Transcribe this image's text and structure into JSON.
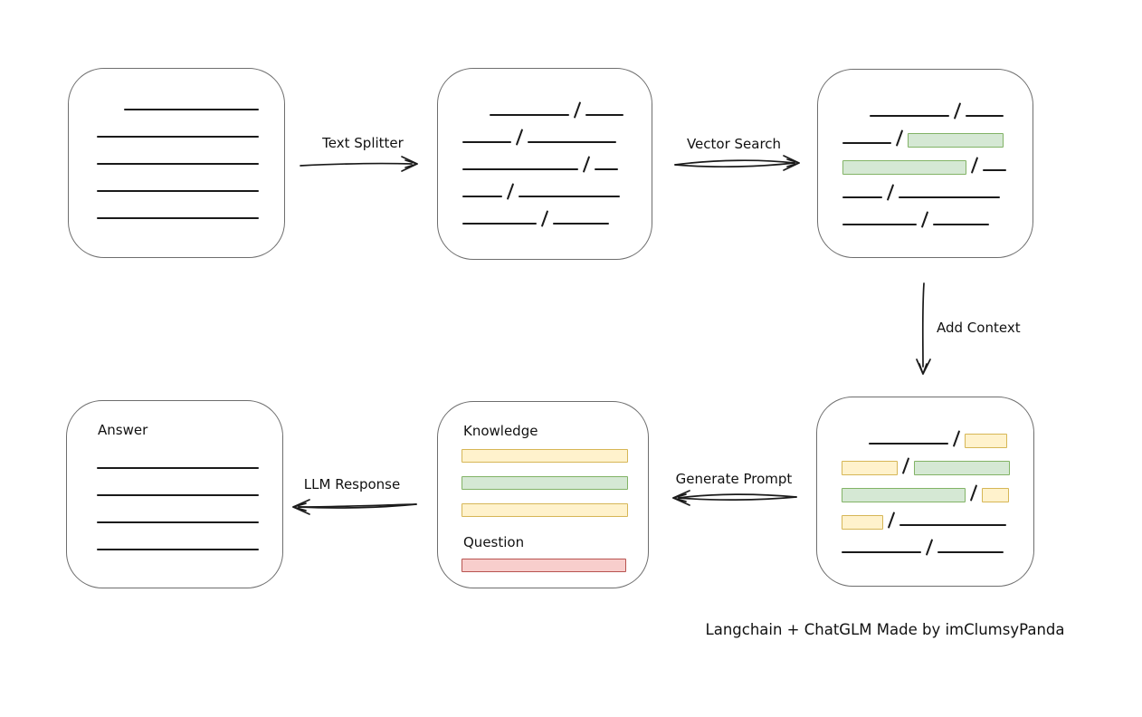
{
  "diagram": {
    "caption": "Langchain + ChatGLM Made by imClumsyPanda",
    "colors": {
      "stroke": "#1a1a1a",
      "box_border": "#6e6e6e",
      "green_fill": "#d5e8d4",
      "green_border": "#82b366",
      "yellow_fill": "#fff2cc",
      "yellow_border": "#d6b656",
      "red_fill": "#f8cecc",
      "red_border": "#b85450"
    },
    "arrows": {
      "text_splitter": {
        "label": "Text Splitter",
        "direction": "right"
      },
      "vector_search": {
        "label": "Vector Search",
        "direction": "right"
      },
      "add_context": {
        "label": "Add Context",
        "direction": "down"
      },
      "generate_prompt": {
        "label": "Generate Prompt",
        "direction": "left"
      },
      "llm_response": {
        "label": "LLM Response",
        "direction": "left"
      }
    },
    "nodes": {
      "document": {
        "rows": [
          [
            [
              "gap",
              30
            ],
            [
              "line",
              149
            ]
          ],
          [
            [
              "line",
              179
            ]
          ],
          [
            [
              "line",
              179
            ]
          ],
          [
            [
              "line",
              179
            ]
          ],
          [
            [
              "line",
              179
            ]
          ]
        ]
      },
      "chunks": {
        "rows": [
          [
            [
              "gap",
              30
            ],
            [
              "line",
              88
            ],
            [
              "slash"
            ],
            [
              "line",
              42
            ]
          ],
          [
            [
              "line",
              54
            ],
            [
              "slash"
            ],
            [
              "line",
              98
            ]
          ],
          [
            [
              "line",
              128
            ],
            [
              "slash"
            ],
            [
              "line",
              26
            ]
          ],
          [
            [
              "line",
              44
            ],
            [
              "slash"
            ],
            [
              "line",
              112
            ]
          ],
          [
            [
              "line",
              82
            ],
            [
              "slash"
            ],
            [
              "line",
              62
            ]
          ]
        ]
      },
      "matched_chunks": {
        "rows": [
          [
            [
              "gap",
              30
            ],
            [
              "line",
              88
            ],
            [
              "slash"
            ],
            [
              "line",
              42
            ]
          ],
          [
            [
              "line",
              54
            ],
            [
              "slash"
            ],
            [
              "green",
              106
            ]
          ],
          [
            [
              "green",
              137
            ],
            [
              "slash"
            ],
            [
              "line",
              26
            ]
          ],
          [
            [
              "line",
              44
            ],
            [
              "slash"
            ],
            [
              "line",
              112
            ]
          ],
          [
            [
              "line",
              82
            ],
            [
              "slash"
            ],
            [
              "line",
              62
            ]
          ]
        ]
      },
      "context_chunks": {
        "rows": [
          [
            [
              "gap",
              30
            ],
            [
              "line",
              88
            ],
            [
              "slash"
            ],
            [
              "yellow",
              47
            ]
          ],
          [
            [
              "yellow",
              62
            ],
            [
              "slash"
            ],
            [
              "green",
              106
            ]
          ],
          [
            [
              "green",
              137
            ],
            [
              "slash"
            ],
            [
              "yellow",
              30
            ]
          ],
          [
            [
              "yellow",
              46
            ],
            [
              "slash"
            ],
            [
              "line",
              118
            ]
          ],
          [
            [
              "line",
              88
            ],
            [
              "slash"
            ],
            [
              "line",
              73
            ]
          ]
        ]
      },
      "prompt": {
        "knowledge_label": "Knowledge",
        "question_label": "Question",
        "knowledge_bars": [
          [
            [
              "yellow",
              184
            ]
          ],
          [
            [
              "green",
              184
            ]
          ],
          [
            [
              "yellow",
              184
            ]
          ]
        ],
        "question_bars": [
          [
            [
              "red",
              182
            ]
          ]
        ]
      },
      "answer": {
        "label": "Answer",
        "rows": [
          [
            [
              "line",
              179
            ]
          ],
          [
            [
              "line",
              179
            ]
          ],
          [
            [
              "line",
              179
            ]
          ],
          [
            [
              "line",
              179
            ]
          ]
        ]
      }
    }
  }
}
